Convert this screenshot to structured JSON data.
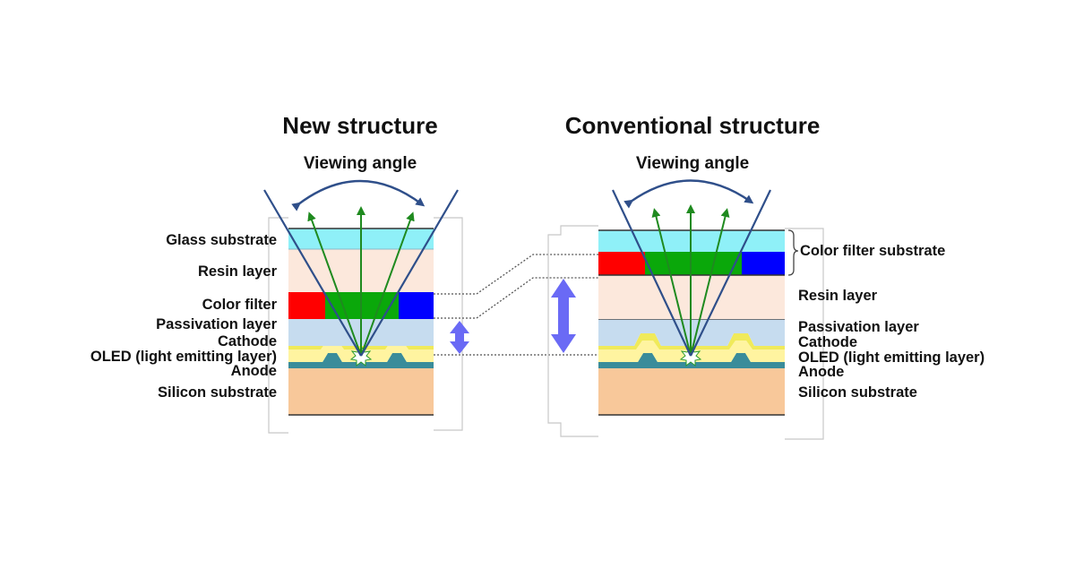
{
  "colors": {
    "glass": "#8ff0f8",
    "resin": "#fce8dc",
    "filter_red": "#ff0000",
    "filter_green": "#0aa80a",
    "filter_blue": "#0000ff",
    "passivation": "#c6dcef",
    "cathode": "#f0ea5a",
    "oled": "#fff4a0",
    "anode": "#3a8c9a",
    "silicon": "#f8c89a",
    "ray_blue": "#2f4f8a",
    "ray_green": "#1f8a1f",
    "dimension_arrow": "#6a6af5"
  },
  "new_structure": {
    "title": "New structure",
    "viewing_angle": "Viewing angle",
    "labels": {
      "glass_substrate": "Glass substrate",
      "resin_layer": "Resin layer",
      "color_filter": "Color filter",
      "passivation_layer": "Passivation layer",
      "cathode": "Cathode",
      "oled": "OLED (light emitting layer)",
      "anode": "Anode",
      "silicon_substrate": "Silicon substrate"
    }
  },
  "conventional_structure": {
    "title": "Conventional structure",
    "viewing_angle": "Viewing angle",
    "labels": {
      "color_filter_substrate": "Color filter substrate",
      "resin_layer": "Resin layer",
      "passivation_layer": "Passivation layer",
      "cathode": "Cathode",
      "oled": "OLED (light emitting layer)",
      "anode": "Anode",
      "silicon_substrate": "Silicon substrate"
    }
  }
}
